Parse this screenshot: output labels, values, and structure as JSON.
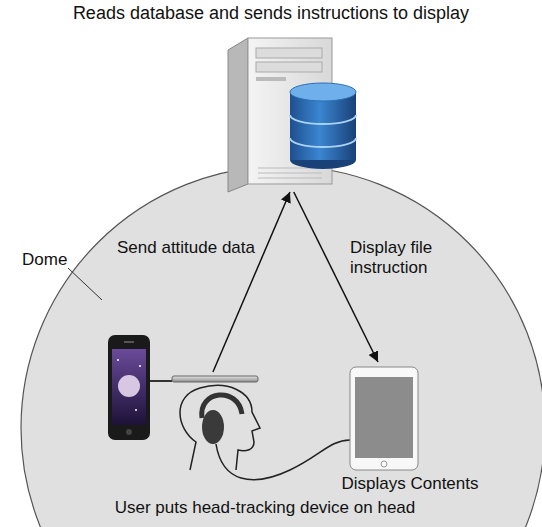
{
  "diagram": {
    "nodes": [
      {
        "text": [
          "Reads database and sends instructions to display"
        ]
      },
      {
        "text": [
          "Dome"
        ]
      },
      {
        "text": [
          "User  puts head-tracking device on head"
        ],
        "in": 1
      },
      {
        "text": [
          "Displays Contents"
        ],
        "in": 1
      }
    ],
    "edges": [
      {
        "from": 2,
        "to": 0,
        "label": "Send attitude data",
        "arrow": "to"
      },
      {
        "from": 0,
        "to": 3,
        "label": "Display file instruction",
        "arrow": "to"
      }
    ]
  }
}
